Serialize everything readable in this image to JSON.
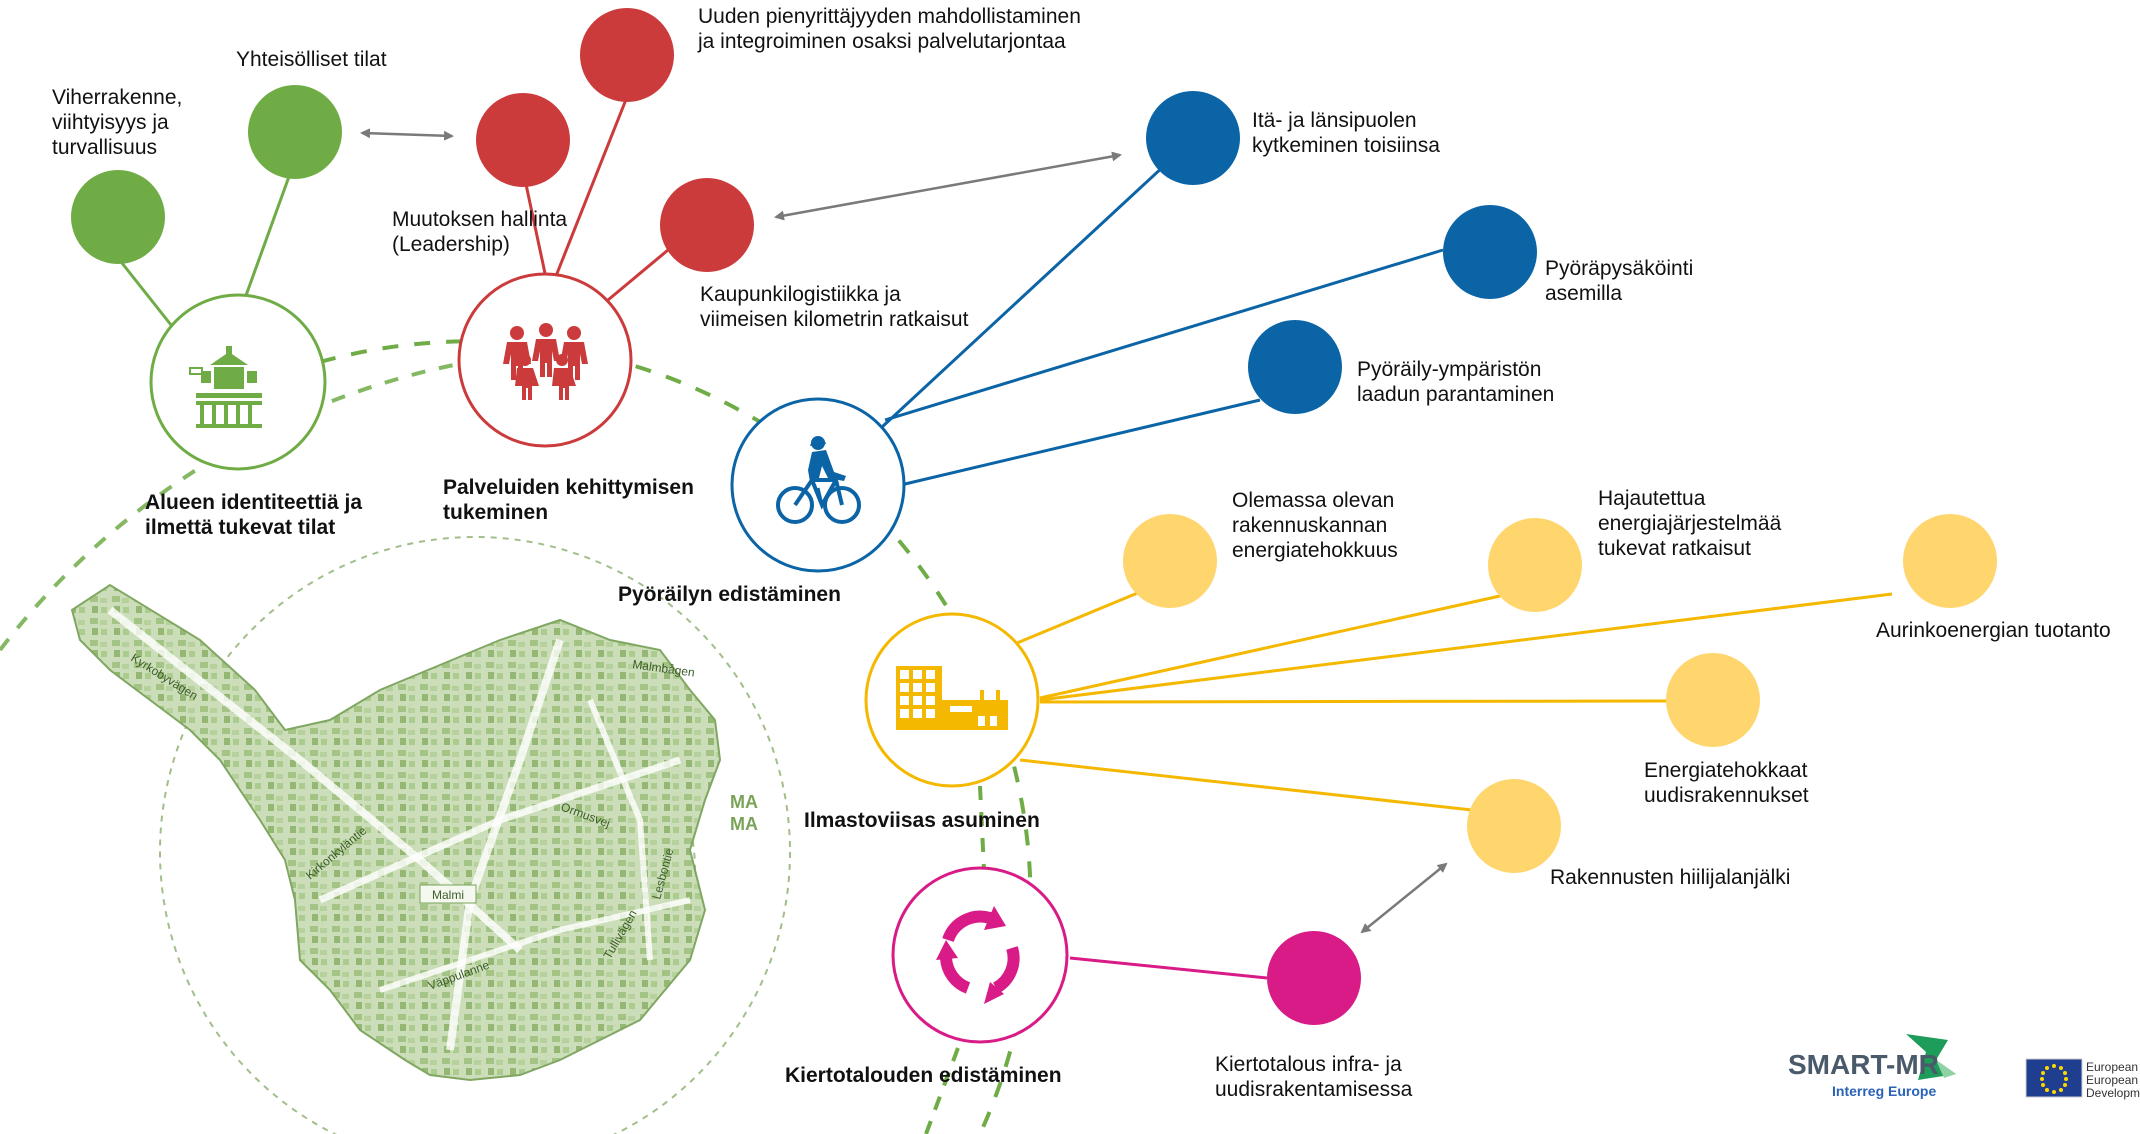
{
  "colors": {
    "green": "#6fac46",
    "red": "#cc3b3b",
    "blue": "#0a64a6",
    "yellow": "#ffd66e",
    "yellow_line": "#f5b800",
    "magenta": "#d81b86",
    "arrow": "#7a7a7a",
    "map_green": "#7aa35a",
    "logo_green": "#1e9c5a",
    "eu_blue": "#1f3e8f"
  },
  "hubs": {
    "identity": {
      "label": "Alueen identiteettiä ja\nilmettä tukevat tilat",
      "icon": "building-icon"
    },
    "services": {
      "label": "Palveluiden kehittymisen\ntukeminen",
      "icon": "people-icon"
    },
    "cycling": {
      "label": "Pyöräilyn edistäminen",
      "icon": "cyclist-icon"
    },
    "climate": {
      "label": "Ilmastoviisas asuminen",
      "icon": "factory-icon"
    },
    "circular": {
      "label": "Kiertotalouden edistäminen",
      "icon": "recycle-icon"
    }
  },
  "nodes": {
    "viherrakenne": "Viherrakenne,\nviihtyisyys ja\nturvallisuus",
    "yhteisolliset": "Yhteisölliset tilat",
    "muutoksen": "Muutoksen hallinta\n(Leadership)",
    "pienyrittajyys": "Uuden pienyrittäjyyden mahdollistaminen\nja integroiminen osaksi palvelutarjontaa",
    "logistiikka": "Kaupunkilogistiikka ja\nviimeisen kilometrin ratkaisut",
    "ita_lansi": "Itä- ja länsipuolen\nkytkeminen toisiinsa",
    "pyorapysakointi": "Pyöräpysäköinti\nasemilla",
    "pyoraily_ymparisto": "Pyöräily-ympäristön\nlaadun parantaminen",
    "olemassa": "Olemassa olevan\nrakennuskannan\nenergiatehokkuus",
    "hajautettu": "Hajautettua\nenergiajärjestelmää\ntukevat ratkaisut",
    "aurinko": "Aurinkoenergian tuotanto",
    "energiatehokkaat": "Energiatehokkaat\nuudisrakennukset",
    "hiilijalanjalki": "Rakennusten hiilijalanjälki",
    "kiertotalous_infra": "Kiertotalous infra- ja\nuudisrakentamisessa"
  },
  "map": {
    "streets": [
      "Kyrkobyvägen",
      "Malmbågen",
      "Ormusvej",
      "Kirkonkyläntie",
      "Malmi",
      "Väppulanne",
      "Tullivägen",
      "Lesbontie"
    ],
    "edge_text": "MA\nMA"
  },
  "logos": {
    "smart_mr": "SMART-MR",
    "interreg": "Interreg Europe",
    "eu_line1": "European",
    "eu_line2": "European",
    "eu_line3": "Developm"
  }
}
